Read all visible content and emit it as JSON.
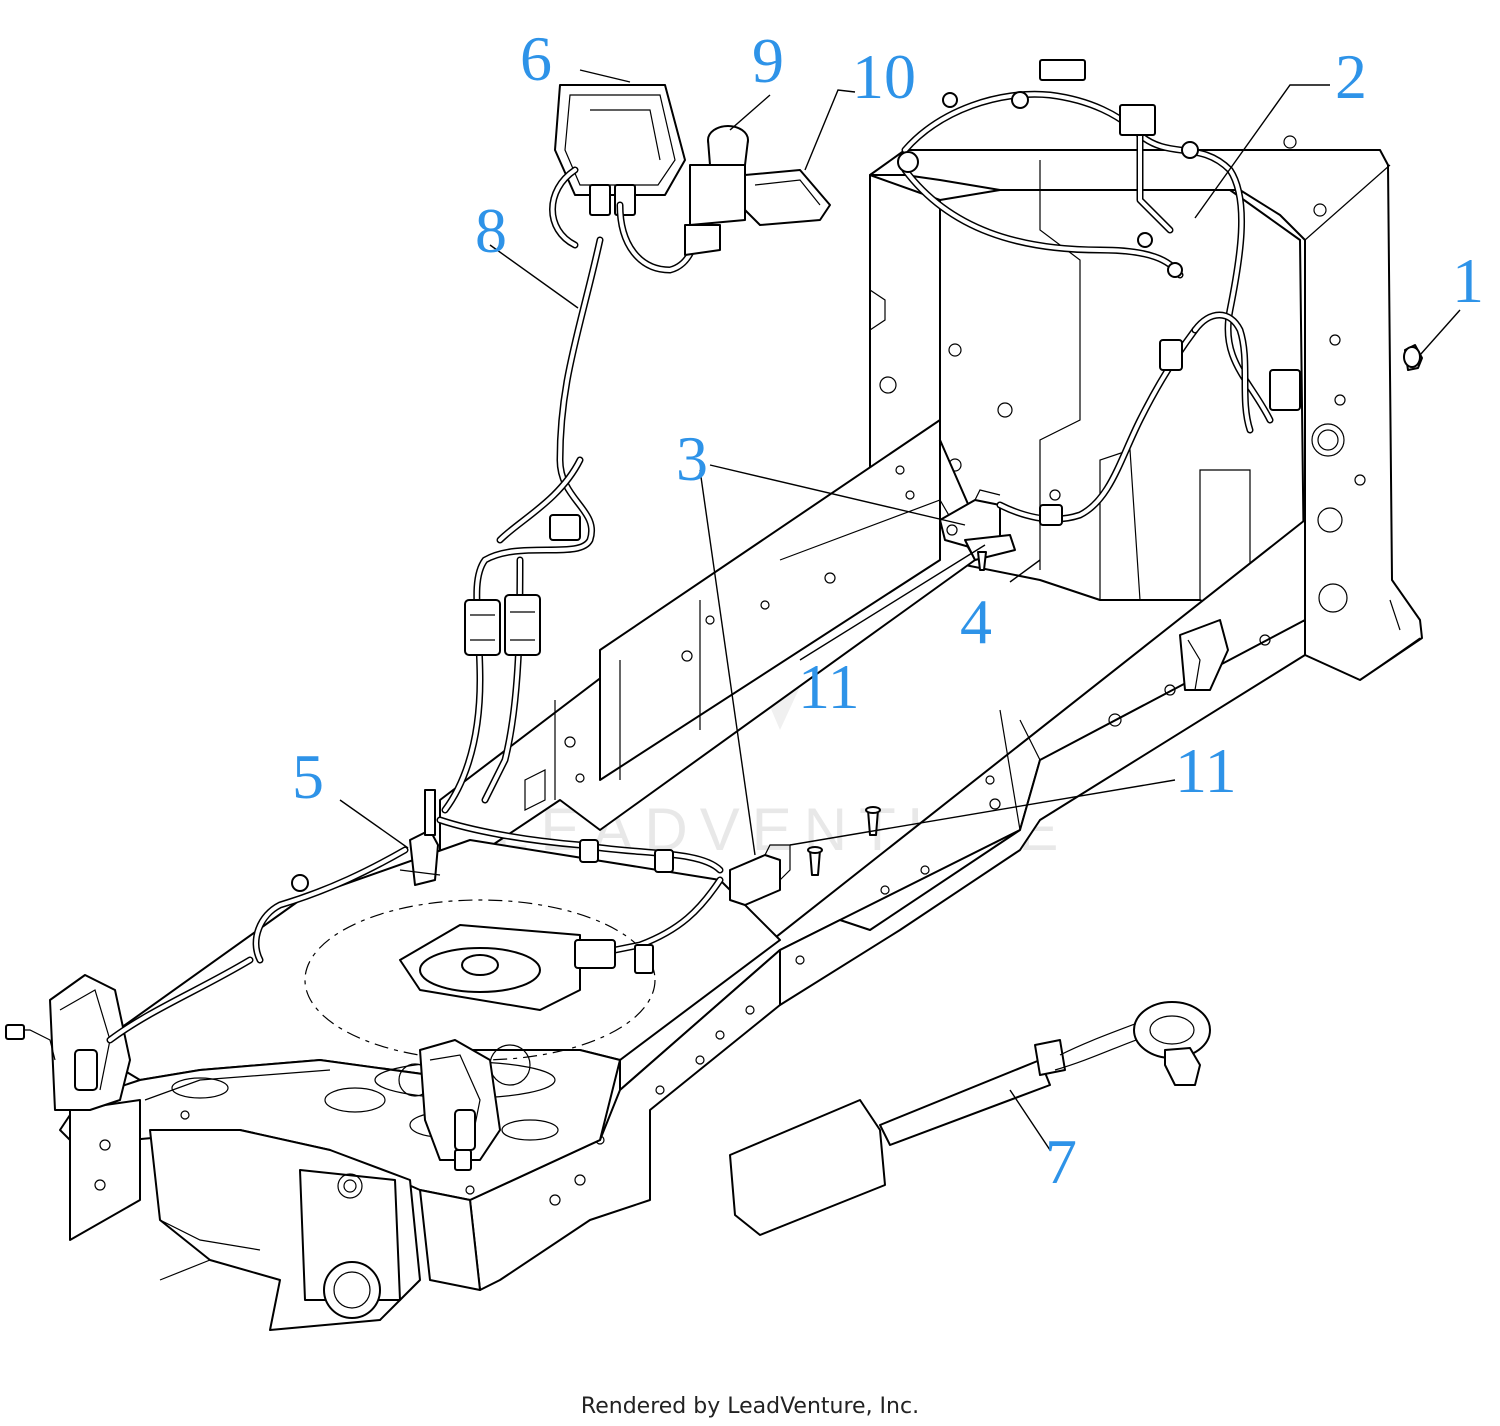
{
  "callouts": [
    {
      "id": "1",
      "label": "1"
    },
    {
      "id": "2",
      "label": "2"
    },
    {
      "id": "3",
      "label": "3"
    },
    {
      "id": "4",
      "label": "4"
    },
    {
      "id": "5",
      "label": "5"
    },
    {
      "id": "6",
      "label": "6"
    },
    {
      "id": "7",
      "label": "7"
    },
    {
      "id": "8",
      "label": "8"
    },
    {
      "id": "9",
      "label": "9"
    },
    {
      "id": "10",
      "label": "10"
    },
    {
      "id": "11a",
      "label": "11"
    },
    {
      "id": "11b",
      "label": "11"
    }
  ],
  "watermark": "LEADVENTURE",
  "footer": "Rendered by LeadVenture, Inc.",
  "colors": {
    "callout": "#2e93e8",
    "line": "#000000",
    "background": "#ffffff"
  }
}
